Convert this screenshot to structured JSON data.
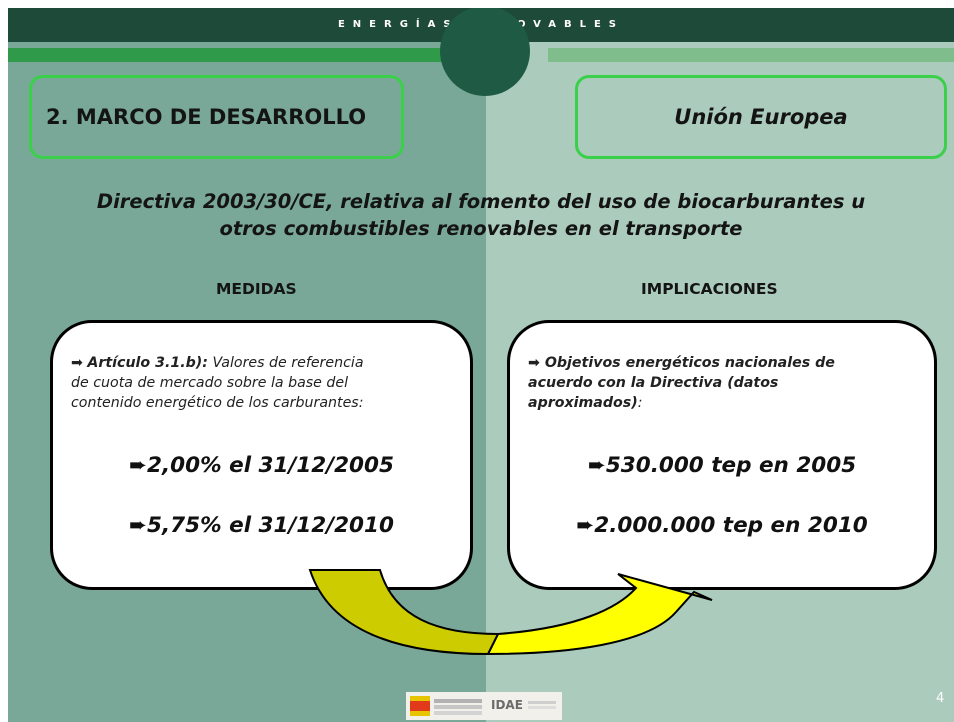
{
  "header": {
    "title": "ENERGÍAS RENOVABLES"
  },
  "section": {
    "label": "2. MARCO DE DESARROLLO"
  },
  "scope": {
    "label": "Unión Europea"
  },
  "directive": {
    "line1": "Directiva 2003/30/CE, relativa al fomento del uso de biocarburantes u",
    "line2": "otros combustibles renovables en el transporte"
  },
  "medidas": {
    "heading": "MEDIDAS",
    "arrow_glyph": "➡",
    "article_bold": "Artículo 3.1.b):",
    "article_rest": "Valores de referencia",
    "line2": "de cuota de mercado sobre la base del",
    "line3": "contenido energético de los carburantes:",
    "items": [
      "➨2,00% el 31/12/2005",
      "➨5,75% el 31/12/2010"
    ]
  },
  "implicaciones": {
    "heading": "IMPLICACIONES",
    "arrow_glyph": "➡",
    "line1": "Objetivos energéticos nacionales de",
    "line2": "acuerdo con la Directiva (datos",
    "line3_bold": "aproximados)",
    "line3_rest": ":",
    "items": [
      "➨530.000 tep en 2005",
      "➨2.000.000 tep en 2010"
    ]
  },
  "footer": {
    "page_number": "4"
  },
  "colors": {
    "top_bar": "#1e4a3a",
    "left_background": "#79a898",
    "right_background": "#abcbbc",
    "box_border": "#3ad04a",
    "arrow_left": "#cccc00",
    "arrow_right": "#ffff00"
  }
}
